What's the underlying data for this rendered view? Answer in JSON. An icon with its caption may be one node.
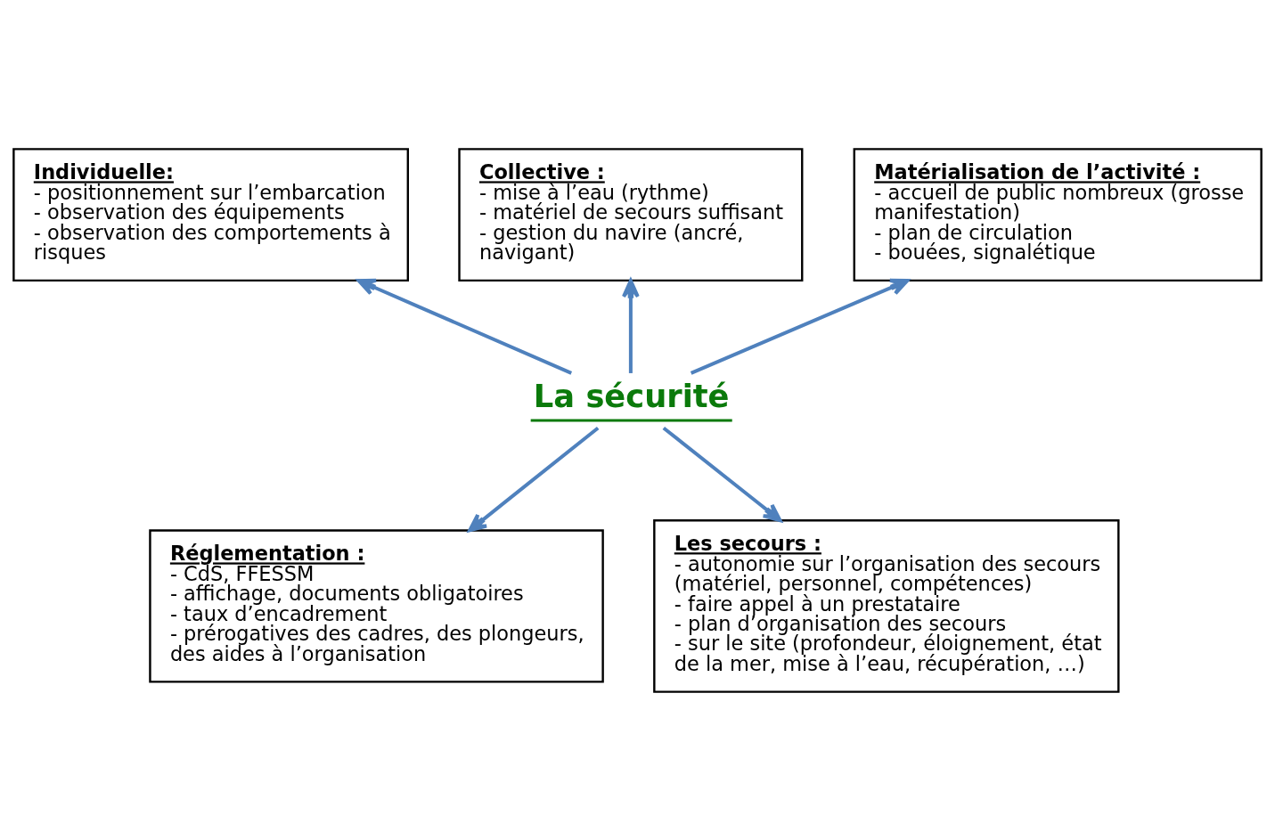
{
  "diagram": {
    "nodes": [
      {
        "text": [
          "Individuelle:",
          "- positionnement sur l’embarcation",
          "- observation des équipements",
          "- observation des comportements à risques"
        ]
      },
      {
        "text": [
          "Collective :",
          "- mise à l’eau (rythme)",
          "- matériel de secours suffisant",
          "- gestion du navire (ancré, navigant)"
        ]
      },
      {
        "text": [
          "Matérialisation de l’activité :",
          "- accueil de public nombreux (grosse manifestation)",
          "- plan de circulation",
          "- bouées, signalétique"
        ]
      },
      {
        "text": [
          "La sécurité"
        ]
      },
      {
        "text": [
          "Réglementation :",
          "- CdS, FFESSM",
          "- affichage, documents obligatoires",
          "- taux d’encadrement",
          "- prérogatives des cadres, des plongeurs, des aides à l’organisation"
        ]
      },
      {
        "text": [
          "Les secours :",
          "- autonomie sur l’organisation des secours (matériel, personnel, compétences)",
          "- faire appel à un prestataire",
          "- plan d’organisation des secours",
          "- sur le site (profondeur, éloignement, état de la mer, mise à l’eau, récupération, …)"
        ]
      }
    ],
    "edges": [
      {
        "from": 3,
        "to": 0,
        "arrow": "to"
      },
      {
        "from": 3,
        "to": 1,
        "arrow": "to"
      },
      {
        "from": 3,
        "to": 2,
        "arrow": "to"
      },
      {
        "from": 3,
        "to": 4,
        "arrow": "to"
      },
      {
        "from": 3,
        "to": 5,
        "arrow": "to"
      }
    ]
  }
}
